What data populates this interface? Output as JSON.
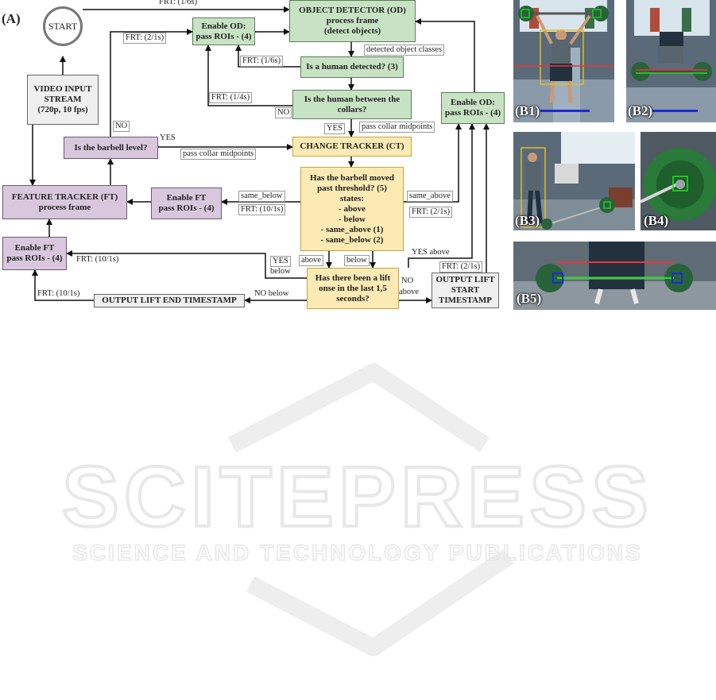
{
  "labels": {
    "panel_a": "(A)",
    "frt_1_6": "FRT: (1/6s)",
    "frt_2_1": "FRT: (2/1s)",
    "frt_1_4": "FRT: (1/4s)",
    "frt_10_1": "FRT: (10/1s)",
    "detected_classes": "detected object classes",
    "no": "NO",
    "yes": "YES",
    "pass_collar": "pass collar midpoints",
    "same_below": "same_below",
    "same_above": "same_above",
    "above": "above",
    "below": "below",
    "yes_above": "YES above",
    "no_below": "NO below"
  },
  "nodes": {
    "start": "START",
    "video": [
      "VIDEO INPUT",
      "STREAM",
      "(720p, 10 fps)"
    ],
    "enable_od": [
      "Enable OD:",
      "pass ROIs - (4)"
    ],
    "od": [
      "OBJECT DETECTOR (OD)",
      "process frame",
      "(detect objects)"
    ],
    "human_detected": "Is a human detected? (3)",
    "collars": [
      "Is the human between the",
      "collars?"
    ],
    "barbell_level": "Is the barbell level?",
    "change_tracker": "CHANGE TRACKER (CT)",
    "ft": [
      "FEATURE TRACKER (FT)",
      "process frame"
    ],
    "enable_ft": [
      "Enable FT",
      "pass ROIs - (4)"
    ],
    "moved": [
      "Has the barbell moved",
      "past threshold? (5)",
      "states:",
      "- above",
      "- below",
      "- same_above (1)",
      "- same_below (2)"
    ],
    "lift": [
      "Has there been a lift",
      "onse in the last 1,5",
      "seconds?"
    ],
    "output_end": "OUTPUT LIFT END TIMESTAMP",
    "output_start": [
      "OUTPUT LIFT",
      "START",
      "TIMESTAMP"
    ]
  },
  "photos": {
    "b1": "(B1)",
    "b2": "(B2)",
    "b3": "(B3)",
    "b4": "(B4)",
    "b5": "(B5)"
  },
  "colors": {
    "detector_green": "#c8e3c4",
    "tracker_purple": "#d9c8dd",
    "change_yellow": "#fbeab3",
    "io_gray": "#efefef"
  }
}
